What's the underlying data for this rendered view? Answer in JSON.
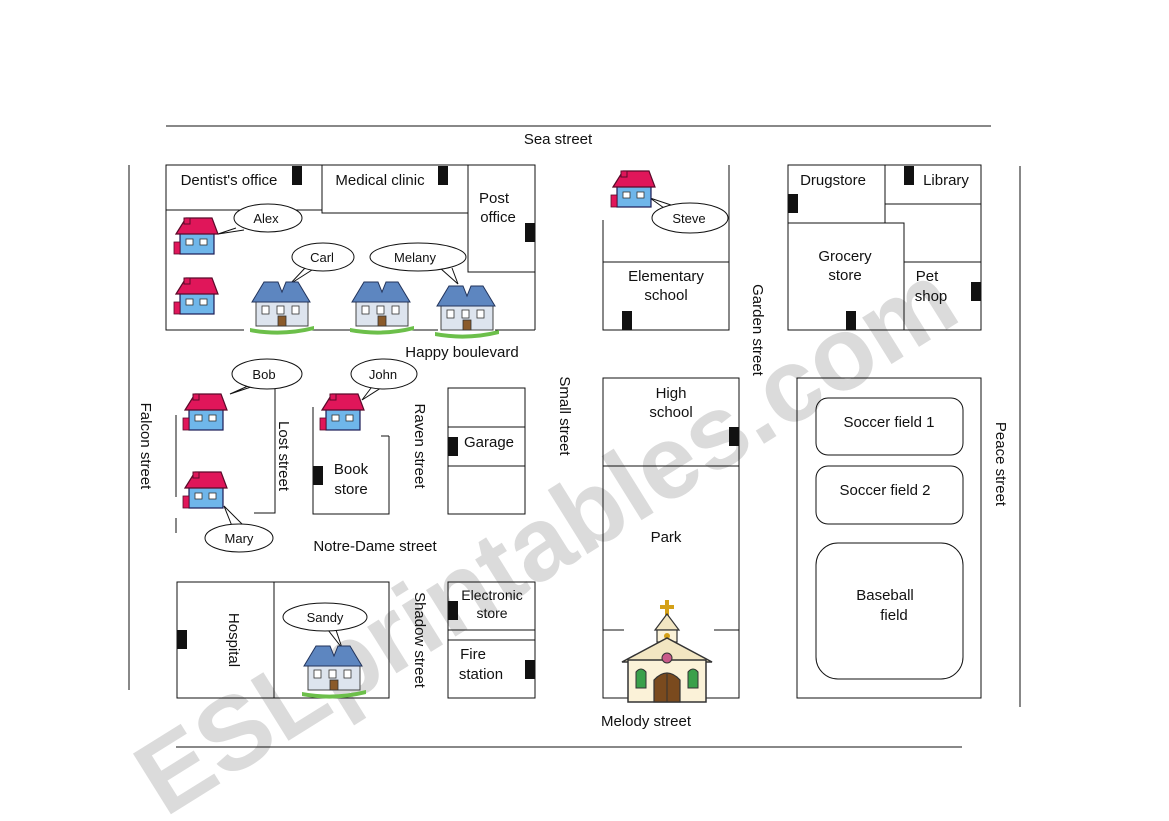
{
  "streets": {
    "top": "Sea street",
    "happy": "Happy boulevard",
    "notre_dame": "Notre-Dame street",
    "melody": "Melody street",
    "falcon": "Falcon street",
    "lost": "Lost street",
    "raven": "Raven street",
    "small": "Small street",
    "shadow": "Shadow street",
    "garden": "Garden street",
    "peace": "Peace street"
  },
  "buildings": {
    "dentist": "Dentist's office",
    "medical": "Medical clinic",
    "post1": "Post",
    "post2": "office",
    "elem1": "Elementary",
    "elem2": "school",
    "drugstore": "Drugstore",
    "library": "Library",
    "grocery1": "Grocery",
    "grocery2": "store",
    "pet1": "Pet",
    "pet2": "shop",
    "high1": "High",
    "high2": "school",
    "park": "Park",
    "garage": "Garage",
    "book1": "Book",
    "book2": "store",
    "electronic1": "Electronic",
    "electronic2": "store",
    "fire1": "Fire",
    "fire2": "station",
    "hospital": "Hospital",
    "soccer1": "Soccer field 1",
    "soccer2": "Soccer field 2",
    "baseball1": "Baseball",
    "baseball2": "field"
  },
  "residents": {
    "alex": "Alex",
    "carl": "Carl",
    "melany": "Melany",
    "steve": "Steve",
    "bob": "Bob",
    "john": "John",
    "mary": "Mary",
    "sandy": "Sandy"
  },
  "watermark": "ESLprintables.com",
  "colors": {
    "house_roof": "#e0165a",
    "house_wall": "#6fb6ea",
    "big_house_roof": "#5d86c0",
    "church_roof": "#f2e6c2"
  },
  "icons": [
    "house-icon",
    "large-house-icon",
    "church-icon",
    "door-marker"
  ]
}
